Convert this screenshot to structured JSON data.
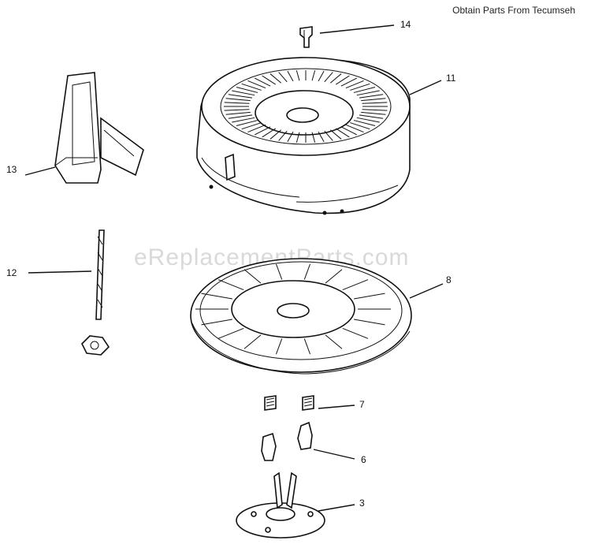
{
  "header": {
    "note": "Obtain Parts From Tecumseh"
  },
  "watermark": "eReplacementParts.com",
  "callouts": {
    "p14": "14",
    "p11": "11",
    "p13": "13",
    "p12": "12",
    "p8": "8",
    "p7": "7",
    "p6": "6",
    "p3": "3"
  }
}
